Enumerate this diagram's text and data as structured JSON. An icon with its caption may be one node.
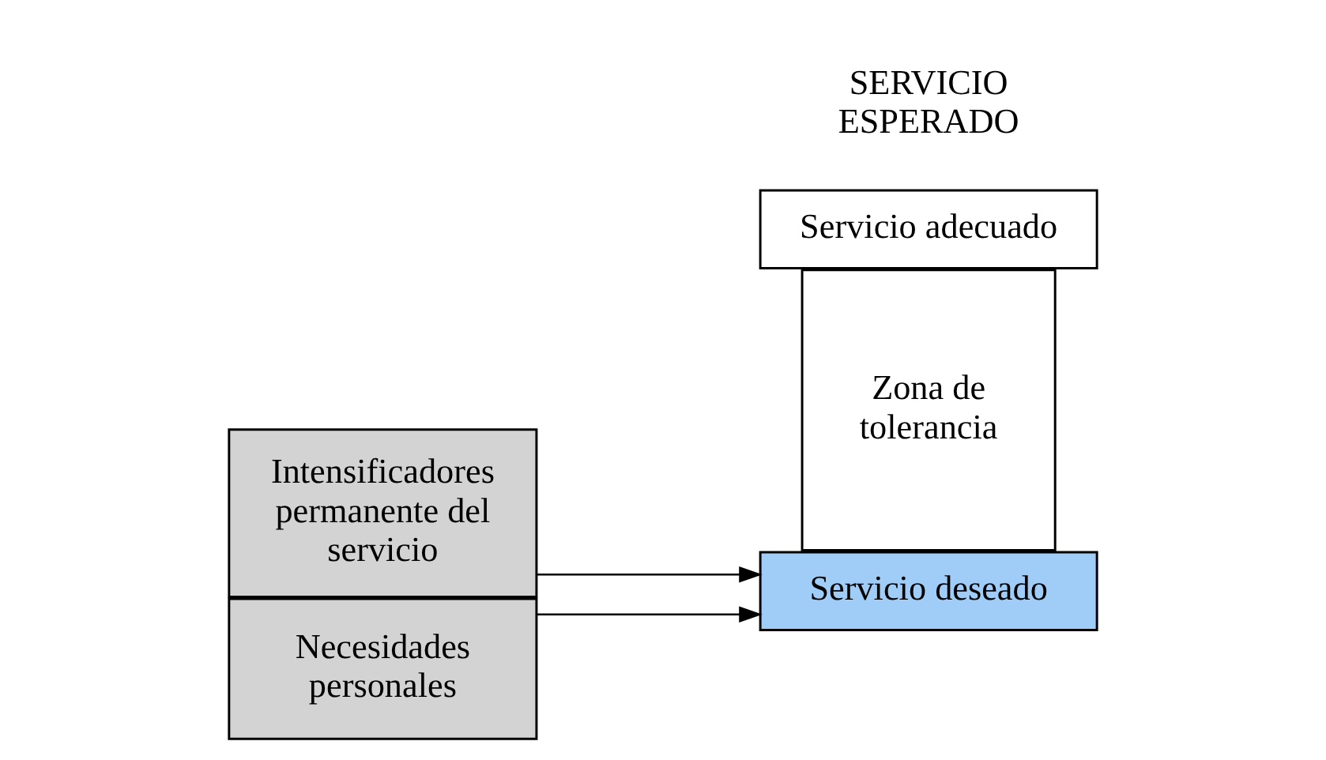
{
  "diagram": {
    "nodes": [
      {
        "text": [
          "Intensificadores permanente del servicio"
        ]
      },
      {
        "text": [
          "Necesidades personales"
        ]
      },
      {
        "text": [
          "Servicio deseado"
        ]
      },
      {
        "text": [
          "Zona de tolerancia"
        ]
      },
      {
        "text": [
          "Servicio adecuado"
        ]
      }
    ],
    "edges": [
      {
        "from": 0,
        "to": 2,
        "arrow": "to"
      },
      {
        "from": 1,
        "to": 2,
        "arrow": "to"
      }
    ],
    "labels": [
      "SERVICIO ESPERADO"
    ]
  }
}
